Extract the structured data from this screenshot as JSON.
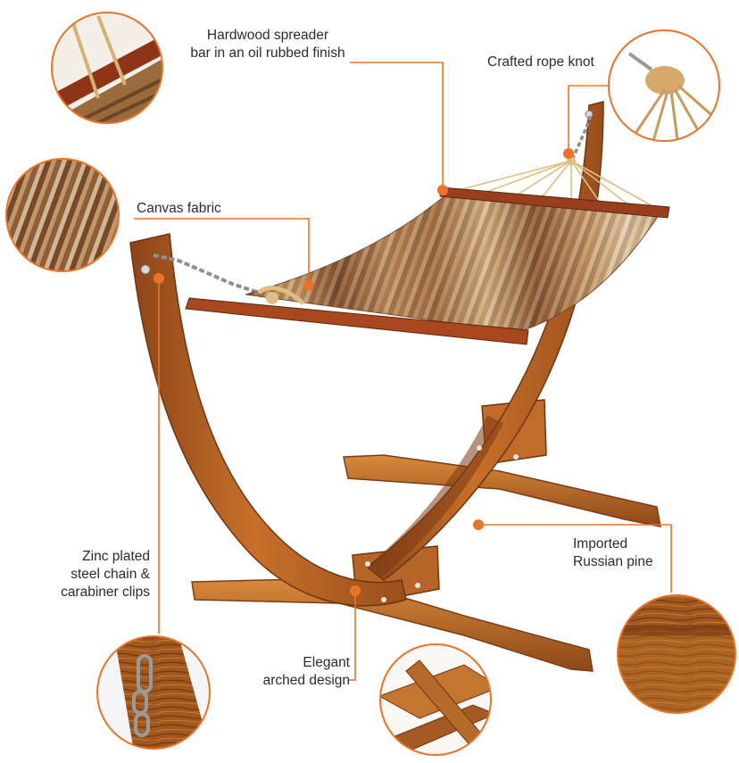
{
  "labels": {
    "spreader": [
      "Hardwood spreader",
      "bar in an oil rubbed finish"
    ],
    "rope": [
      "Crafted rope knot"
    ],
    "canvas": [
      "Canvas fabric"
    ],
    "chain": [
      "Zinc plated",
      "steel chain &",
      "carabiner clips"
    ],
    "pine": [
      "Imported",
      "Russian pine"
    ],
    "arched": [
      "Elegant",
      "arched design"
    ]
  },
  "colors": {
    "accent": "#e8732a",
    "wood_dark": "#7a3d17",
    "wood_mid": "#b7621f",
    "wood_light": "#d98a3a",
    "fabric_brown": "#8a5a36",
    "fabric_tan": "#c9a679",
    "fabric_cream": "#e8d7bf",
    "rope": "#e0bd84",
    "chain": "#8f8f8f"
  }
}
